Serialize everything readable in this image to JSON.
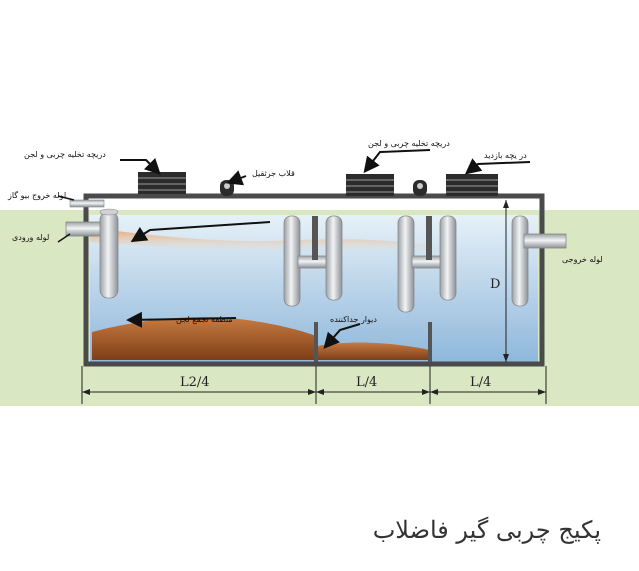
{
  "labels": {
    "drain_hatch_left": "دریچه تخلیه چربی و لجن",
    "gas_outlet_pipe": "لوله خروج بیو گاز",
    "inlet_pipe": "لوله ورودی",
    "lifting_hook": "قلاب جرثقیل",
    "drain_hatch_middle": "دریچه تخلیه چربی و لجن",
    "inspection_hatch": "در یچه بازدید",
    "outlet_pipe": "لوله خروجی",
    "sludge_zone": "منطقه تجمع لجن",
    "partition_wall": "دیوار جداکننده",
    "depth": "D",
    "dim_first": "L2/4",
    "dim_second": "L/4",
    "dim_third": "L/4"
  },
  "caption": "پکیج چربی گیر فاضلاب",
  "colors": {
    "ground": "#d8e6bf",
    "water_top": "#dcebf5",
    "water_bottom": "#8fb8dc",
    "grease": "#d98a4a",
    "sludge": "#a35a28",
    "tank_wall": "#4a4a4a",
    "pipe": "#d8dadc"
  }
}
